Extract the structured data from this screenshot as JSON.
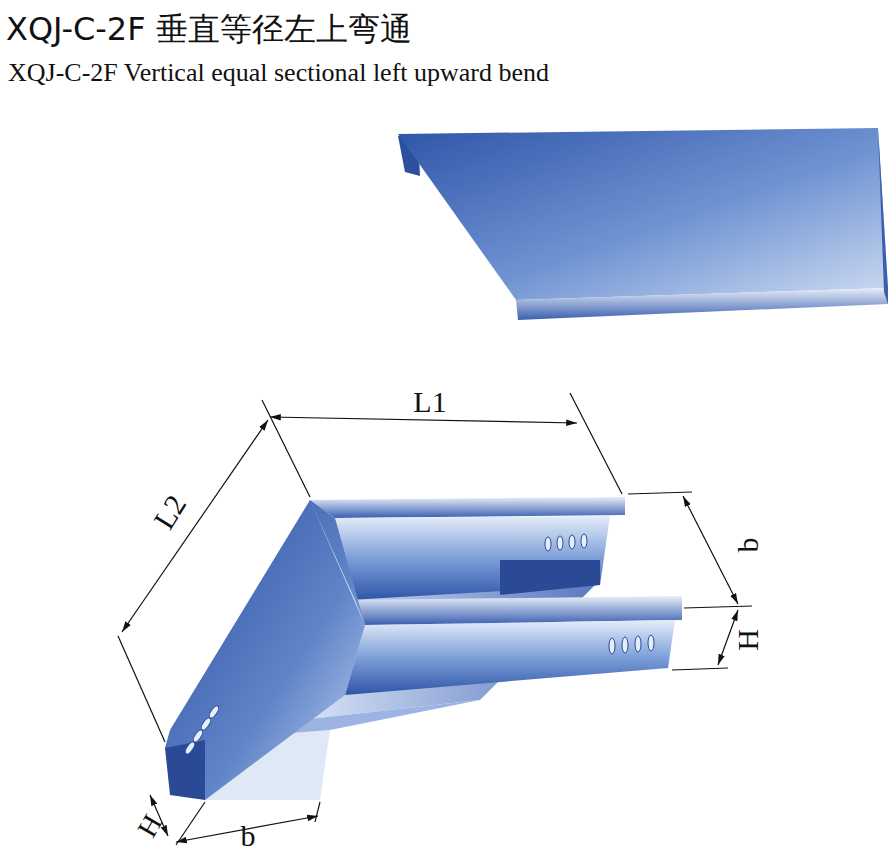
{
  "diagram": {
    "title": "XQJ-C-2F 垂直等径左上弯通",
    "labels": [
      "XQJ-C-2F Vertical equal sectional left upward bend",
      "L1",
      "L2",
      "b",
      "H",
      "H",
      "b"
    ]
  }
}
